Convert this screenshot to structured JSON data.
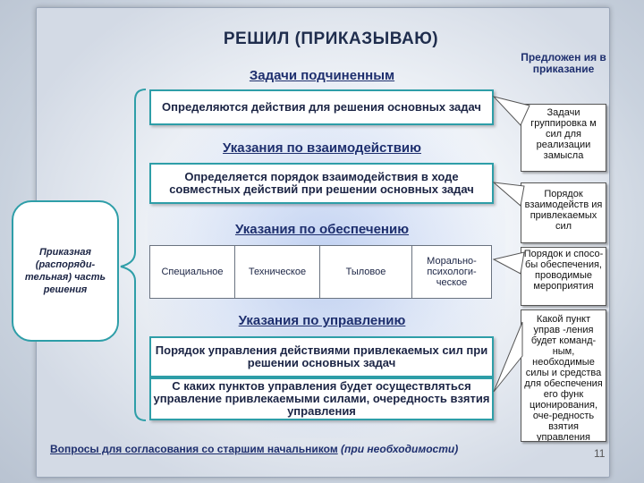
{
  "title": "РЕШИЛ (ПРИКАЗЫВАЮ)",
  "left_label": "Приказная (распоряди-тельная) часть решения",
  "sections": [
    {
      "heading": "Задачи подчиненным",
      "boxes": [
        "Определяются действия для решения основных задач"
      ]
    },
    {
      "heading": "Указания по взаимодействию",
      "boxes": [
        "Определяется порядок взаимодействия в ходе совместных действий при решении основных задач"
      ]
    },
    {
      "heading": "Указания по обеспечению",
      "cells": [
        "Специальное",
        "Техническое",
        "Тыловое",
        "Морально-психологи-ческое"
      ]
    },
    {
      "heading": "Указания по управлению",
      "boxes": [
        "Порядок управления действиями привлекаемых сил при решении основных задач",
        "С каких пунктов управления будет осуществляться управление привлекаемыми силами, очередность взятия управления"
      ]
    }
  ],
  "side": {
    "title": "Предложен ия в приказание",
    "callouts": [
      "Задачи группировка м сил для реализации замысла",
      "Порядок взаимодейств ия привлекаемых сил",
      "Порядок и спосо-бы обеспечения, проводимые мероприятия",
      "Какой пункт управ -ления будет команд-ным, необходимые силы и средства для обеспечения его функ ционирования, оче-редность взятия управления"
    ]
  },
  "footer": {
    "prefix": "Вопросы для согласования со старшим начальником",
    "italic": "(при необходимости)"
  },
  "page_number": "11",
  "colors": {
    "box_border": "#2e9ea8",
    "heading": "#1e2f6e",
    "background_glow": "#8caae6"
  }
}
